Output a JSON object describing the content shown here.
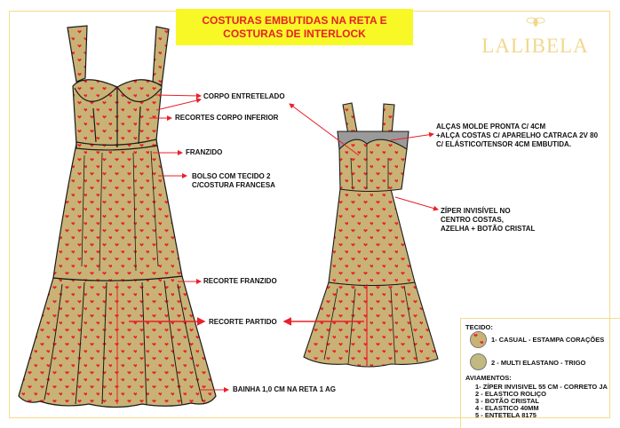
{
  "banner": {
    "line1": "COSTURAS EMBUTIDAS NA RETA E",
    "line2": "COSTURAS DE INTERLOCK"
  },
  "logo": {
    "name": "LALIBELA",
    "icon": "bee-icon"
  },
  "labels": {
    "corpo_entretelado": "CORPO ENTRETELADO",
    "recortes_corpo_inferior": "RECORTES CORPO INFERIOR",
    "franzido": "FRANZIDO",
    "bolso_1": "BOLSO COM TECIDO 2",
    "bolso_2": "C/COSTURA FRANCESA",
    "recorte_franzido": "RECORTE FRANZIDO",
    "recorte_partido": "RECORTE PARTIDO",
    "bainha": "BAINHA 1,0 CM NA RETA 1 AG",
    "alcas_1": "ALÇAS MOLDE PRONTA C/ 4CM",
    "alcas_2": "+ALÇA COSTAS C/ APARELHO CATRACA 2V 80",
    "alcas_3": "C/ ELÁSTICO/TENSOR 4CM EMBUTIDA.",
    "ziper_1": "ZÍPER  INVISÍVEL NO",
    "ziper_2": "CENTRO COSTAS,",
    "ziper_3": "AZELHA + BOTÃO CRISTAL"
  },
  "legend": {
    "tecido_title": "TECIDO:",
    "tecidos": [
      {
        "label": "1- CASUAL - ESTAMPA CORAÇÕES",
        "color": "#c9b275"
      },
      {
        "label": "2 - MULTI ELASTANO - TRIGO",
        "color": "#c2b97e"
      }
    ],
    "aviamentos_title": "AVIAMENTOS:",
    "aviamentos": [
      "1- ZÍPER INVISIVEL 55 CM - CORRETO JA",
      "2 - ELASTICO ROLIÇO",
      "3 - BOTÃO CRISTAL",
      "4 - ELASTICO 40MM",
      "5 - ENTETELA 8175"
    ]
  },
  "colors": {
    "fabric": "#c9b275",
    "heart": "#e8202a",
    "accent": "#e8202a",
    "banner": "#f8f826",
    "frame": "#f4dc8e"
  }
}
